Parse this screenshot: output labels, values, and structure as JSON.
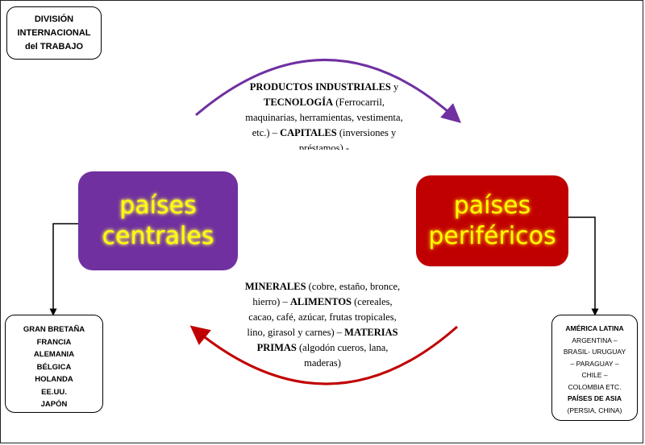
{
  "title": [
    "DIVISIÓN",
    "INTERNACIONAL",
    "del TRABAJO"
  ],
  "central": {
    "label_line1": "países",
    "label_line2": "centrales",
    "color": "#7030a0"
  },
  "peripheral": {
    "label_line1": "países",
    "label_line2": "periféricos",
    "color": "#c00000"
  },
  "label_color": "#ffff00",
  "top_flow": {
    "bold1": "PRODUCTOS INDUSTRIALES",
    "t1": " y ",
    "bold2": "TECNOLOGÍA",
    "t2": " (Ferrocarril, maquinarias, herramientas, vestimenta, etc.) – ",
    "bold3": "CAPITALES",
    "t3": " (inversiones y préstamos) -",
    "arrow_color": "#7030a0"
  },
  "bottom_flow": {
    "bold1": "MINERALES",
    "t1": " (cobre, estaño, bronce, hierro) – ",
    "bold2": "ALIMENTOS",
    "t2": " (cereales, cacao, café, azúcar, frutas tropicales, lino, girasol y carnes) – ",
    "bold3": "MATERIAS PRIMAS",
    "t3": " (algodón cueros, lana, maderas)",
    "arrow_color": "#c00000"
  },
  "central_countries": [
    "GRAN BRETAÑA",
    "FRANCIA",
    "ALEMANIA",
    "BÉLGICA",
    "HOLANDA",
    "EE.UU.",
    "JAPÓN"
  ],
  "peripheral_countries": {
    "heading1": "AMÉRICA LATINA",
    "lines": [
      "ARGENTINA –",
      "BRASIL- URUGUAY",
      "– PARAGUAY –",
      "CHILE –",
      "COLOMBIA ETC."
    ],
    "heading2": "PAÍSES DE ASIA",
    "last": "(PERSIA, CHINA)"
  }
}
